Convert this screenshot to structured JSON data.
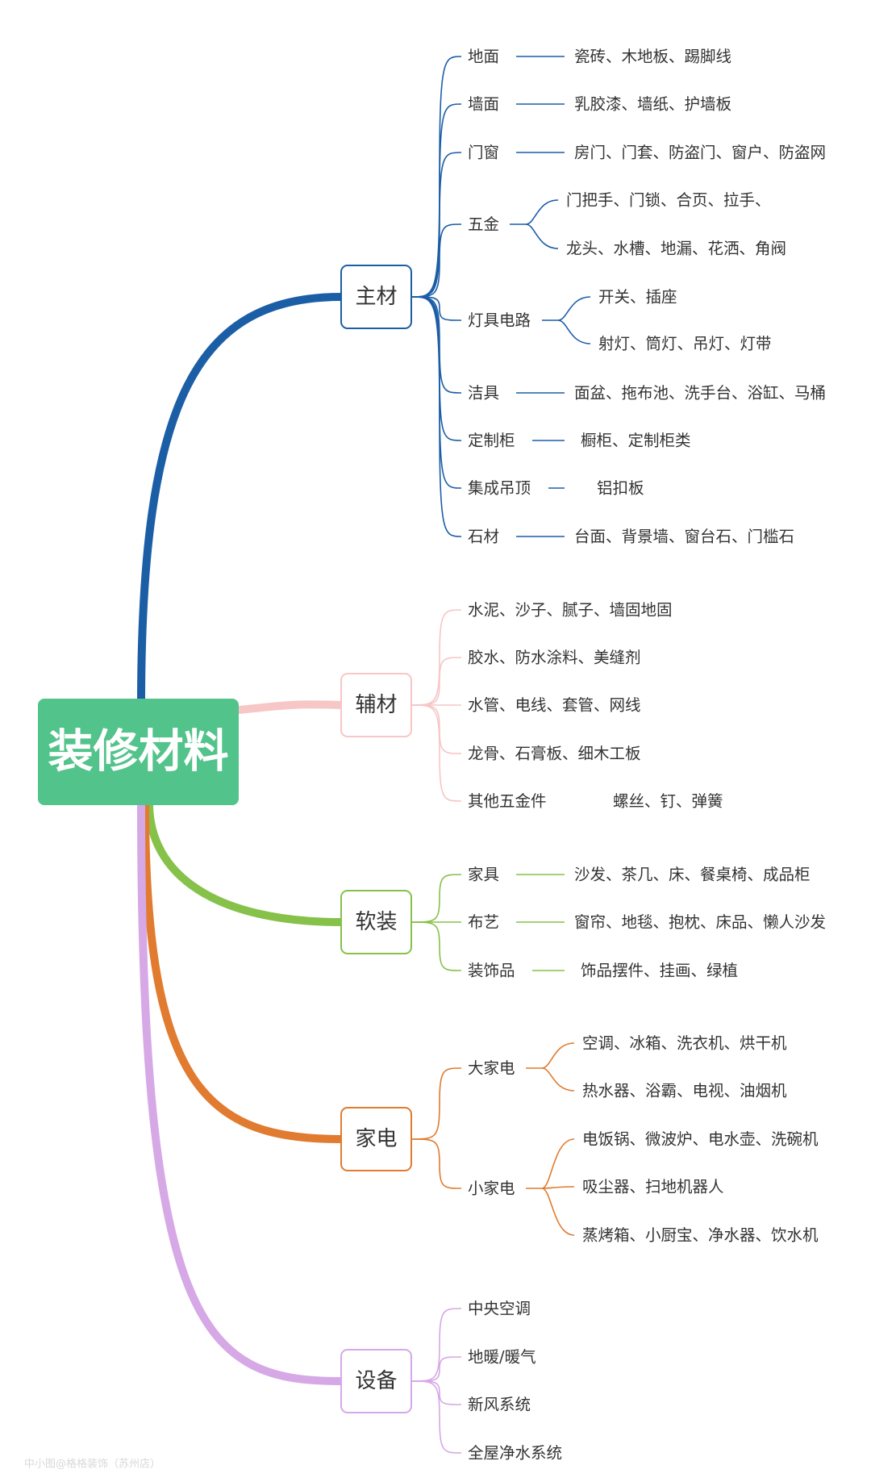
{
  "root": {
    "label": "装修材料",
    "color": "#52c38a"
  },
  "branches": [
    {
      "label": "主材",
      "color": "#1c5ea6",
      "items": [
        {
          "label": "地面",
          "children": [
            "瓷砖、木地板、踢脚线"
          ]
        },
        {
          "label": "墙面",
          "children": [
            "乳胶漆、墙纸、护墙板"
          ]
        },
        {
          "label": "门窗",
          "children": [
            "房门、门套、防盗门、窗户、防盗网"
          ]
        },
        {
          "label": "五金",
          "children": [
            "门把手、门锁、合页、拉手、",
            "龙头、水槽、地漏、花洒、角阀"
          ]
        },
        {
          "label": "灯具电路",
          "children": [
            "开关、插座",
            "射灯、筒灯、吊灯、灯带"
          ]
        },
        {
          "label": "洁具",
          "children": [
            "面盆、拖布池、洗手台、浴缸、马桶"
          ]
        },
        {
          "label": "定制柜",
          "children": [
            "橱柜、定制柜类"
          ]
        },
        {
          "label": "集成吊顶",
          "children": [
            "铝扣板"
          ]
        },
        {
          "label": "石材",
          "children": [
            "台面、背景墙、窗台石、门槛石"
          ]
        }
      ]
    },
    {
      "label": "辅材",
      "color": "#f7c6c6",
      "items": [
        {
          "label": "水泥、沙子、腻子、墙固地固",
          "children": []
        },
        {
          "label": "胶水、防水涂料、美缝剂",
          "children": []
        },
        {
          "label": "水管、电线、套管、网线",
          "children": []
        },
        {
          "label": "龙骨、石膏板、细木工板",
          "children": []
        },
        {
          "label": "其他五金件",
          "children": [
            "螺丝、钉、弹簧"
          ]
        }
      ]
    },
    {
      "label": "软装",
      "color": "#86c14a",
      "items": [
        {
          "label": "家具",
          "children": [
            "沙发、茶几、床、餐桌椅、成品柜"
          ]
        },
        {
          "label": "布艺",
          "children": [
            "窗帘、地毯、抱枕、床品、懒人沙发"
          ]
        },
        {
          "label": "装饰品",
          "children": [
            "饰品摆件、挂画、绿植"
          ]
        }
      ]
    },
    {
      "label": "家电",
      "color": "#e07b2f",
      "items": [
        {
          "label": "大家电",
          "children": [
            "空调、冰箱、洗衣机、烘干机",
            "热水器、浴霸、电视、油烟机"
          ]
        },
        {
          "label": "小家电",
          "children": [
            "电饭锅、微波炉、电水壶、洗碗机",
            "吸尘器、扫地机器人",
            "蒸烤箱、小厨宝、净水器、饮水机"
          ]
        }
      ]
    },
    {
      "label": "设备",
      "color": "#d6a8e6",
      "items": [
        {
          "label": "中央空调",
          "children": []
        },
        {
          "label": "地暖/暖气",
          "children": []
        },
        {
          "label": "新风系统",
          "children": []
        },
        {
          "label": "全屋净水系统",
          "children": []
        }
      ]
    }
  ],
  "watermark": "中小图@格格装饰（苏州店）"
}
